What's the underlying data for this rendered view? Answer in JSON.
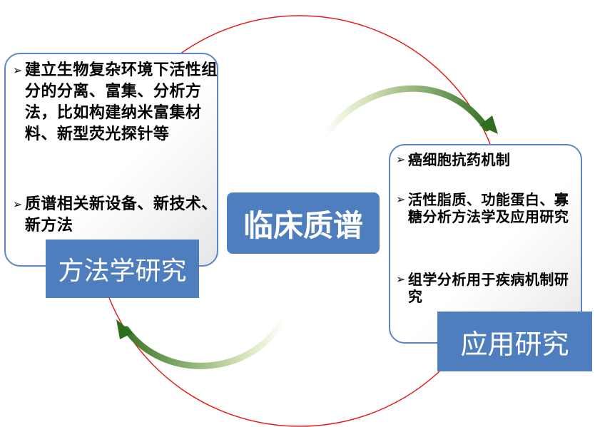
{
  "center": {
    "title": "临床质谱"
  },
  "left_card": {
    "label": "方法学研究",
    "bullet_marker": "➢",
    "bullets": [
      "建立生物复杂环境下活性组分的分离、富集、分析方法，比如构建纳米富集材料、新型荧光探针等",
      "质谱相关新设备、新技术、新方法"
    ]
  },
  "right_card": {
    "label": "应用研究",
    "bullet_marker": "➢",
    "bullets": [
      "癌细胞抗药机制",
      "活性脂质、功能蛋白、寡糖分析方法学及应用研究",
      "组学分析用于疾病机制研究"
    ]
  },
  "colors": {
    "circle": "#e0201c",
    "box_fill": "#4f7ebe",
    "card_border": "#5b85c8",
    "arrow_dark": "#2f6e1e",
    "arrow_light": "#d4e3b6"
  }
}
